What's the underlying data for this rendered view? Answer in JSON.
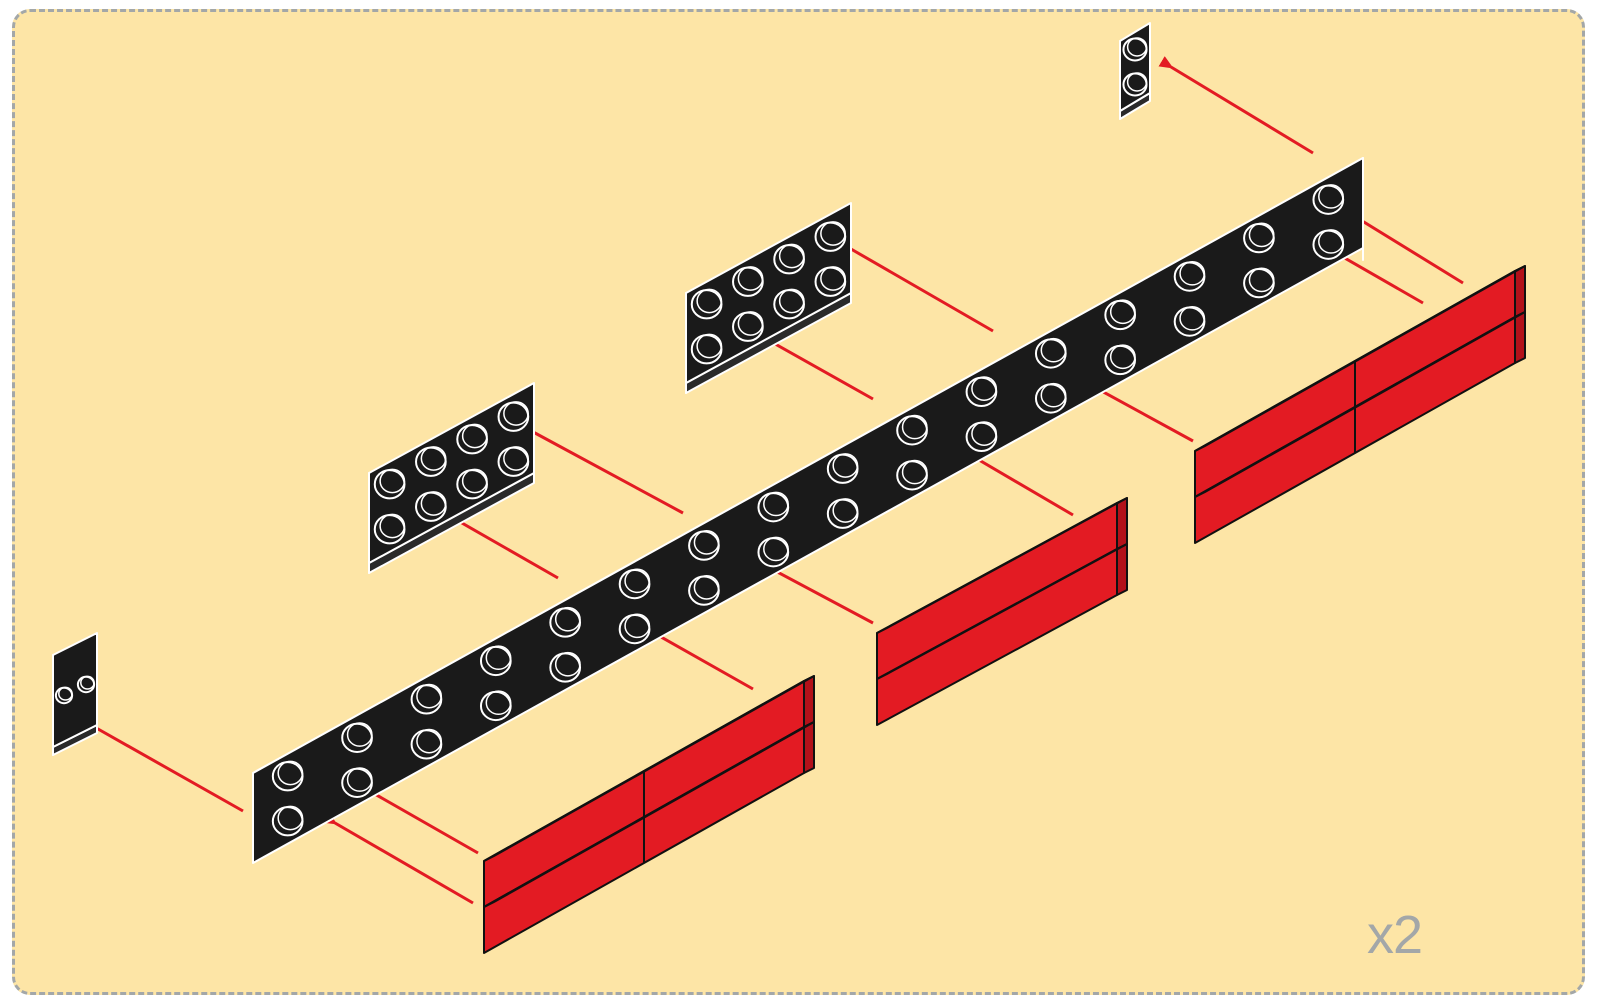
{
  "panel": {
    "background": "#fde5a6",
    "border_color": "#a3a7a8",
    "border_style": "dashed",
    "multiplier_label": "x2"
  },
  "colors": {
    "black_brick": "#1a1a1a",
    "red_brick": "#e31b23",
    "arrow": "#e31b23",
    "stud_outline": "#ffffff"
  },
  "parts": [
    {
      "name": "plate-1x2-top",
      "color": "black",
      "studs": 2
    },
    {
      "name": "plate-2x4-upper",
      "color": "black",
      "studs": 8
    },
    {
      "name": "plate-2x4-middle",
      "color": "black",
      "studs": 8
    },
    {
      "name": "plate-2x16-long",
      "color": "black",
      "studs": 32
    },
    {
      "name": "plate-1x2-left",
      "color": "black",
      "studs": 2
    },
    {
      "name": "tile-red-right",
      "color": "red"
    },
    {
      "name": "tile-red-middle",
      "color": "red"
    },
    {
      "name": "tile-red-front",
      "color": "red"
    }
  ],
  "icons": [
    "arrow-icon"
  ]
}
